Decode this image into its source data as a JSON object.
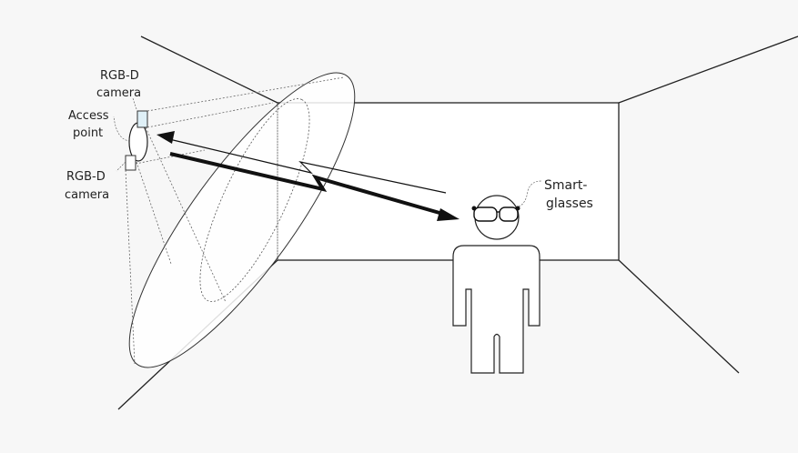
{
  "labels": {
    "camera_top_line1": "RGB-D",
    "camera_top_line2": "camera",
    "access_point_line1": "Access",
    "access_point_line2": "point",
    "camera_bottom_line1": "RGB-D",
    "camera_bottom_line2": "camera",
    "glasses_line1": "Smart-",
    "glasses_line2": "glasses"
  },
  "colors": {
    "background": "#f7f7f7",
    "wall": "#ffffff",
    "stroke": "#111111",
    "camera_fill": "#dff0f7"
  }
}
